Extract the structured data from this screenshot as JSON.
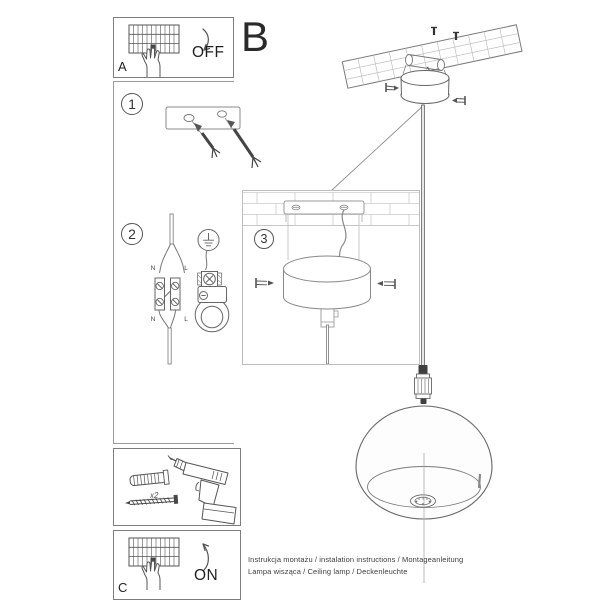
{
  "box_a": {
    "label": "A",
    "switch_state": "OFF"
  },
  "box_c": {
    "label": "C",
    "switch_state": "ON"
  },
  "section_b": {
    "label": "B"
  },
  "steps": {
    "s1": "1",
    "s2": "2",
    "s3": "3"
  },
  "wiring": {
    "n_top": "N",
    "l_top": "L",
    "n_bottom": "N",
    "l_bottom": "L"
  },
  "hardware": {
    "anchor_quantity": "x2"
  },
  "footer": {
    "line1": "Instrukcja montażu / instalation instructions / Montageanleitung",
    "line2": "Lampa wisząca / Ceiling lamp  / Deckenleuchte"
  }
}
